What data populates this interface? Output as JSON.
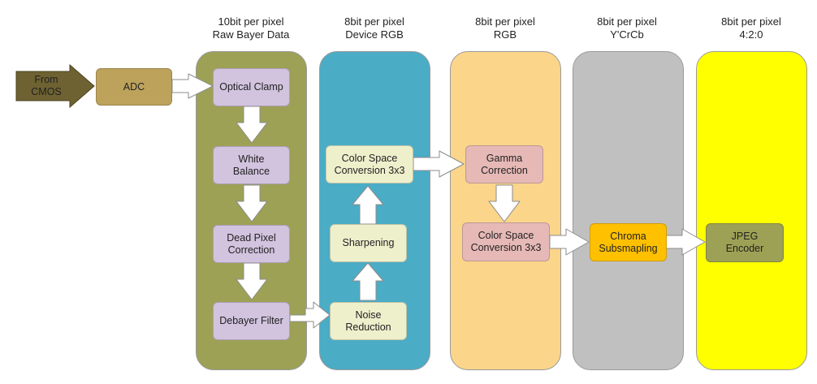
{
  "colors": {
    "raw_column": "#9da155",
    "device_rgb_column": "#4bacc6",
    "rgb_column": "#fad58a",
    "ycrcb_column": "#c0c0c0",
    "jpeg_column": "#ffff00",
    "raw_box": "#d2c3df",
    "device_box": "#eef0cc",
    "rgb_box": "#e6b9b6",
    "chroma_box": "#ffc000",
    "jpeg_box": "#9da155",
    "adc_box": "#bda25c",
    "input_arrow": "#6e6232",
    "arrow_fill": "#ffffff",
    "arrow_stroke": "#8c8c8c"
  },
  "input": {
    "label": "From\nCMOS"
  },
  "adc": {
    "label": "ADC"
  },
  "columns": [
    {
      "header_line1": "10bit per pixel",
      "header_line2": "Raw Bayer Data"
    },
    {
      "header_line1": "8bit per pixel",
      "header_line2": "Device RGB"
    },
    {
      "header_line1": "8bit per pixel",
      "header_line2": "RGB"
    },
    {
      "header_line1": "8bit per pixel",
      "header_line2": "Y'CrCb"
    },
    {
      "header_line1": "8bit per pixel",
      "header_line2": "4:2:0"
    }
  ],
  "blocks": {
    "optical_clamp": "Optical Clamp",
    "white_balance": "White\nBalance",
    "dead_pixel": "Dead Pixel\nCorrection",
    "debayer": "Debayer Filter",
    "noise_reduction": "Noise\nReduction",
    "sharpening": "Sharpening",
    "csc_device": "Color Space\nConversion 3x3",
    "gamma": "Gamma\nCorrection",
    "csc_rgb": "Color Space\nConversion 3x3",
    "chroma": "Chroma\nSubsmapling",
    "jpeg": "JPEG\nEncoder"
  }
}
